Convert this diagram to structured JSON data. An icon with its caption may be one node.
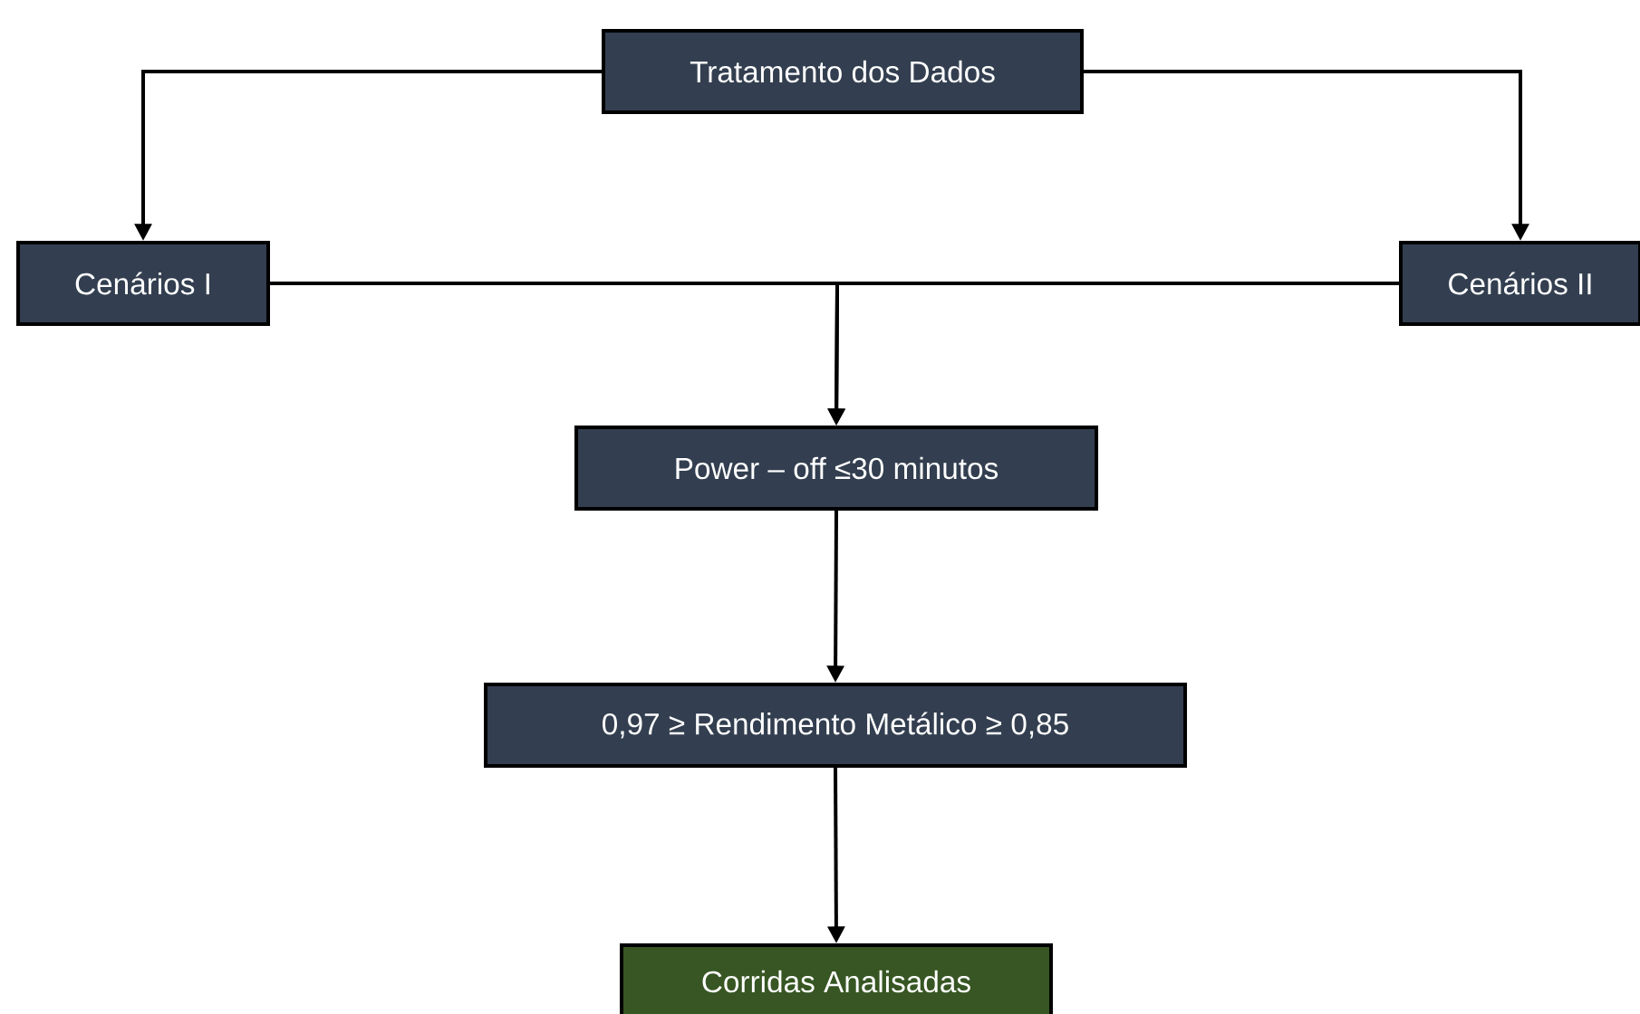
{
  "diagram": {
    "nodes": [
      {
        "text": [
          "Tratamento dos Dados"
        ]
      },
      {
        "text": [
          "Cenários I"
        ]
      },
      {
        "text": [
          "Cenários II"
        ]
      },
      {
        "text": [
          "Power – off ≤30 minutos"
        ]
      },
      {
        "text": [
          "0,97 ≥ Rendimento Metálico ≥ 0,85"
        ]
      },
      {
        "text": [
          "Corridas Analisadas"
        ]
      }
    ],
    "edges": [
      {
        "from": 0,
        "to": 1,
        "arrow": "to"
      },
      {
        "from": 0,
        "to": 2,
        "arrow": "to"
      },
      {
        "from": 1,
        "to": 3,
        "arrow": "to"
      },
      {
        "from": 2,
        "to": 3,
        "arrow": "to"
      },
      {
        "from": 3,
        "to": 4,
        "arrow": "to"
      },
      {
        "from": 4,
        "to": 5,
        "arrow": "to"
      }
    ]
  }
}
